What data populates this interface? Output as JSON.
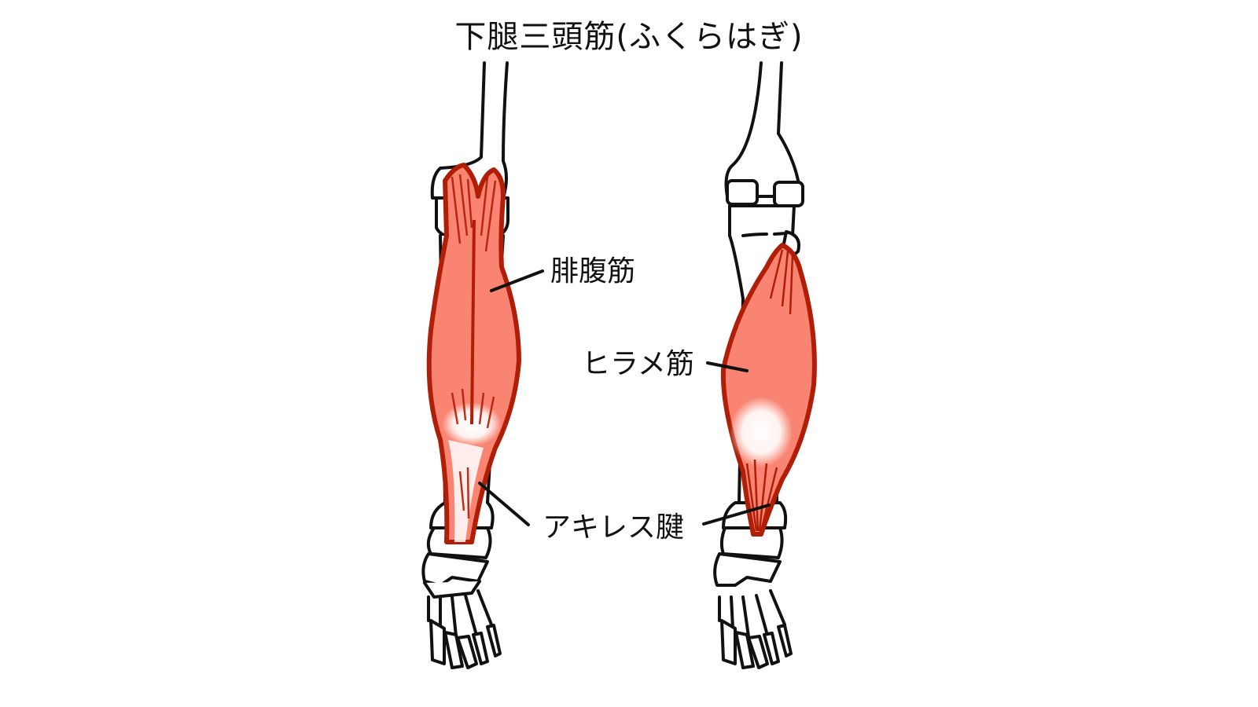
{
  "title": "下腿三頭筋(ふくらはぎ)",
  "labels": {
    "gastrocnemius": "腓腹筋",
    "soleus": "ヒラメ筋",
    "achilles": "アキレス腱"
  },
  "colors": {
    "muscle_fill": "#F98471",
    "muscle_outline": "#B01E08",
    "bone_outline": "#111111",
    "background": "#FFFFFF"
  },
  "figures": [
    {
      "name": "left-leg",
      "view": "posterior",
      "muscle": "gastrocnemius"
    },
    {
      "name": "right-leg",
      "view": "posterior",
      "muscle": "soleus"
    }
  ]
}
